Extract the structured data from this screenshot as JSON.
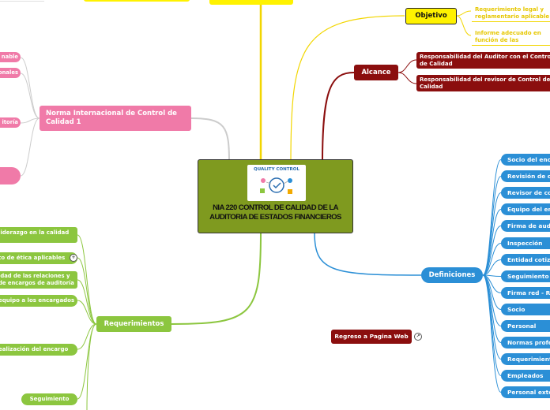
{
  "central": {
    "logo_text": "QUALITY CONTROL",
    "title": "NIA 220 CONTROL DE CALIDAD DE LA AUDITORIA DE ESTADOS FINANCIEROS"
  },
  "objetivo": {
    "label": "Objetivo",
    "children": [
      "Requerimiento legal y reglamentario aplicable",
      "Informe adecuado en función de las circunstancias"
    ]
  },
  "alcance": {
    "label": "Alcance",
    "children": [
      "Responsabilidad del Auditor con el Control de Calidad",
      "Responsabilidad del revisor de Control de Calidad"
    ]
  },
  "definiciones": {
    "label": "Definiciones",
    "children": [
      "Socio del encargo",
      "Revisión de control",
      "Revisor de control",
      "Equipo del encargo",
      "Firma de auditoría",
      "Inspección",
      "Entidad cotizada",
      "Seguimiento",
      "Firma red - Red",
      "Socio",
      "Personal",
      "Normas profesionales",
      "Requerimientos",
      "Empleados",
      "Personal externo"
    ]
  },
  "norma": {
    "label": "Norma Internacional de Control de Calidad 1",
    "children": [
      "nable",
      "onales",
      "itoría",
      ""
    ]
  },
  "requerimientos": {
    "label": "Requerimientos",
    "children": [
      "liderazgo en la calidad",
      "to de ética aplicables",
      "idad de las relaciones y de encargos de auditoría",
      "equipo a los encargados",
      "ealización del encargo",
      "Seguimiento"
    ]
  },
  "regreso": {
    "label": "Regreso a Pagina Web"
  },
  "colors": {
    "central_bg": "#7f9a1f",
    "blue": "#2b8fd6",
    "green": "#8cc63f",
    "pink": "#f07aa8",
    "yellow": "#fff200",
    "red": "#8b0e0e"
  }
}
